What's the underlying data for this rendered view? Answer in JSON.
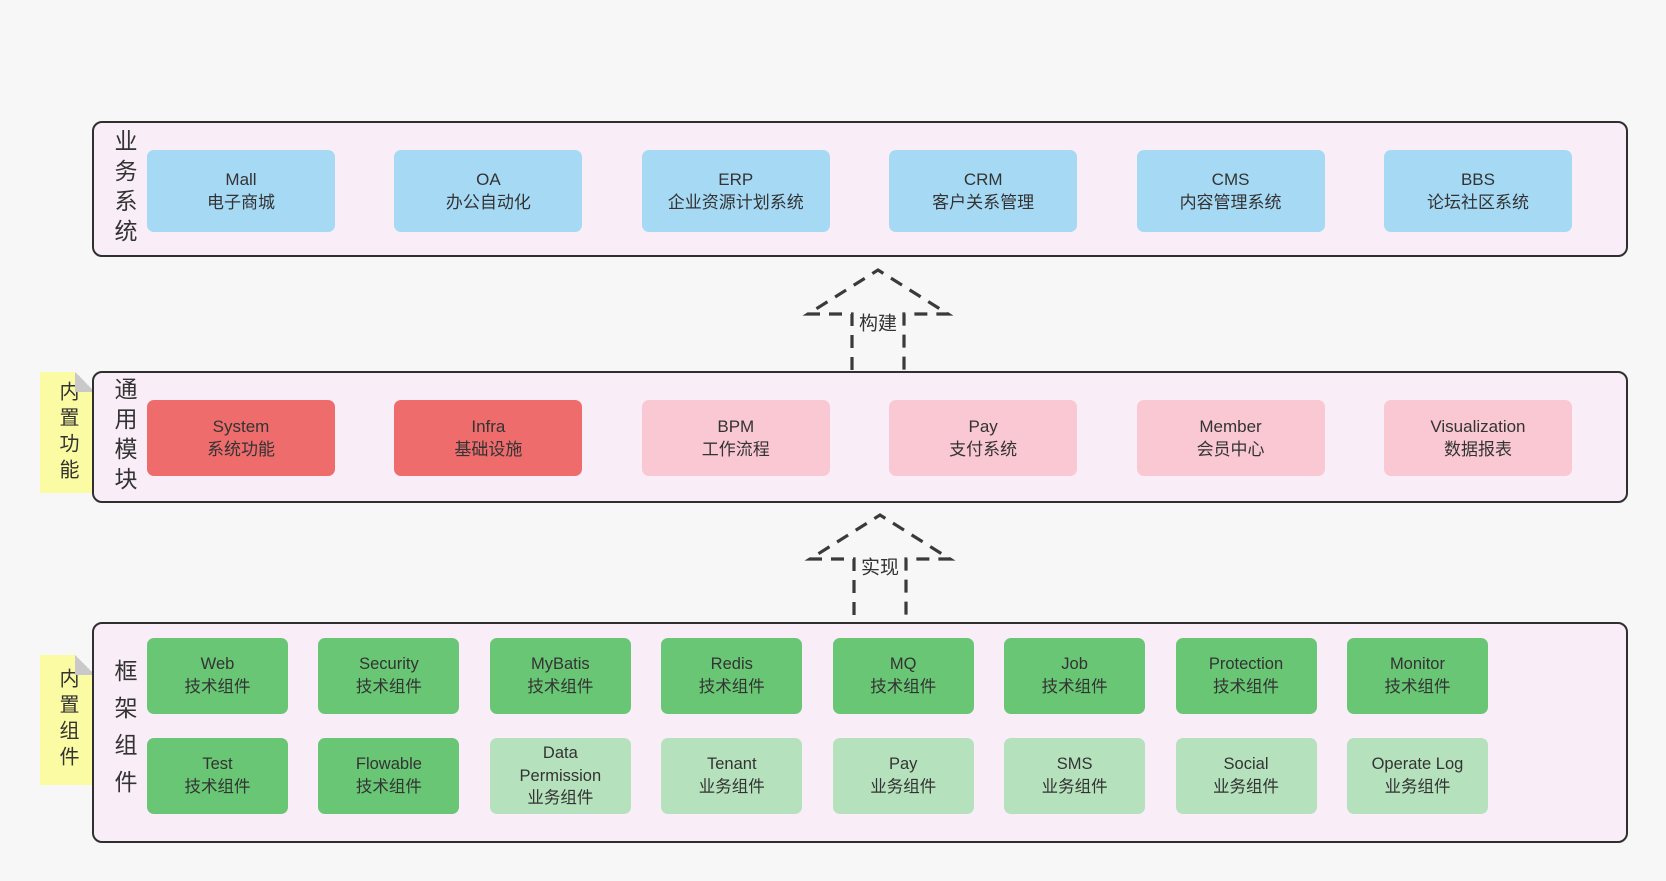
{
  "colors": {
    "page_bg": "#f7f7f7",
    "panel_bg": "#f9eef7",
    "panel_border": "#2f2f2f",
    "blue": "#a6d9f4",
    "red": "#ef6c6c",
    "pink": "#f9c8d3",
    "green": "#68c674",
    "light_green": "#b5e2bc",
    "note_bg": "#fbfba3",
    "note_fold": "#c9c9c9",
    "arrow": "#3a3a3a",
    "text": "#333333"
  },
  "layers": {
    "business": {
      "label": "业务系统",
      "boxes": [
        {
          "title": "Mall",
          "subtitle": "电子商城",
          "variant": "blue"
        },
        {
          "title": "OA",
          "subtitle": "办公自动化",
          "variant": "blue"
        },
        {
          "title": "ERP",
          "subtitle": "企业资源计划系统",
          "variant": "blue"
        },
        {
          "title": "CRM",
          "subtitle": "客户关系管理",
          "variant": "blue"
        },
        {
          "title": "CMS",
          "subtitle": "内容管理系统",
          "variant": "blue"
        },
        {
          "title": "BBS",
          "subtitle": "论坛社区系统",
          "variant": "blue"
        }
      ]
    },
    "modules": {
      "label": "通用模块",
      "note": "内置功能",
      "boxes": [
        {
          "title": "System",
          "subtitle": "系统功能",
          "variant": "red"
        },
        {
          "title": "Infra",
          "subtitle": "基础设施",
          "variant": "red"
        },
        {
          "title": "BPM",
          "subtitle": "工作流程",
          "variant": "pink"
        },
        {
          "title": "Pay",
          "subtitle": "支付系统",
          "variant": "pink"
        },
        {
          "title": "Member",
          "subtitle": "会员中心",
          "variant": "pink"
        },
        {
          "title": "Visualization",
          "subtitle": "数据报表",
          "variant": "pink"
        }
      ]
    },
    "framework": {
      "label": "框架组件",
      "note": "内置组件",
      "row1": [
        {
          "title": "Web",
          "subtitle": "技术组件",
          "variant": "green"
        },
        {
          "title": "Security",
          "subtitle": "技术组件",
          "variant": "green"
        },
        {
          "title": "MyBatis",
          "subtitle": "技术组件",
          "variant": "green"
        },
        {
          "title": "Redis",
          "subtitle": "技术组件",
          "variant": "green"
        },
        {
          "title": "MQ",
          "subtitle": "技术组件",
          "variant": "green"
        },
        {
          "title": "Job",
          "subtitle": "技术组件",
          "variant": "green"
        },
        {
          "title": "Protection",
          "subtitle": "技术组件",
          "variant": "green"
        },
        {
          "title": "Monitor",
          "subtitle": "技术组件",
          "variant": "green"
        }
      ],
      "row2": [
        {
          "title": "Test",
          "subtitle": "技术组件",
          "variant": "green"
        },
        {
          "title": "Flowable",
          "subtitle": "技术组件",
          "variant": "green"
        },
        {
          "title": "Data\nPermission",
          "subtitle": "业务组件",
          "variant": "light"
        },
        {
          "title": "Tenant",
          "subtitle": "业务组件",
          "variant": "light"
        },
        {
          "title": "Pay",
          "subtitle": "业务组件",
          "variant": "light"
        },
        {
          "title": "SMS",
          "subtitle": "业务组件",
          "variant": "light"
        },
        {
          "title": "Social",
          "subtitle": "业务组件",
          "variant": "light"
        },
        {
          "title": "Operate Log",
          "subtitle": "业务组件",
          "variant": "light"
        }
      ]
    }
  },
  "arrows": [
    {
      "label": "构建"
    },
    {
      "label": "实现"
    }
  ]
}
